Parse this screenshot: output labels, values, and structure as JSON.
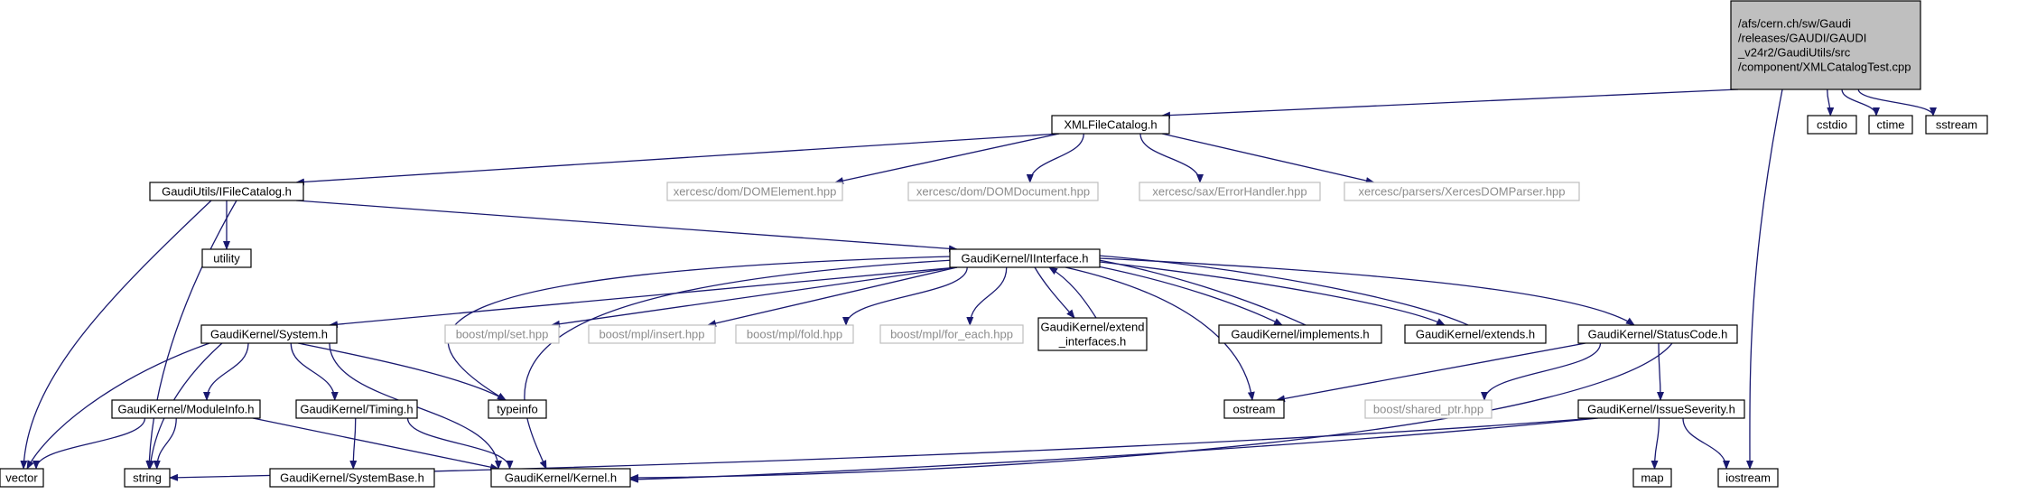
{
  "colors": {
    "edge": "#191970",
    "node_border": "#000000",
    "missing_border": "#bfbfbf",
    "root_fill": "#bfbfbf",
    "node_fill": "#ffffff"
  },
  "nodes": [
    {
      "id": "root",
      "lines": [
        "/afs/cern.ch/sw/Gaudi",
        "/releases/GAUDI/GAUDI",
        "_v24r2/GaudiUtils/src",
        "/component/XMLCatalogTest.cpp"
      ],
      "style": "root"
    },
    {
      "id": "xmlfilecatalog",
      "lines": [
        "XMLFileCatalog.h"
      ],
      "style": "normal"
    },
    {
      "id": "cstdio",
      "lines": [
        "cstdio"
      ],
      "style": "normal"
    },
    {
      "id": "ctime",
      "lines": [
        "ctime"
      ],
      "style": "normal"
    },
    {
      "id": "sstream",
      "lines": [
        "sstream"
      ],
      "style": "normal"
    },
    {
      "id": "ifilecatalog",
      "lines": [
        "GaudiUtils/IFileCatalog.h"
      ],
      "style": "normal"
    },
    {
      "id": "domelement",
      "lines": [
        "xercesc/dom/DOMElement.hpp"
      ],
      "style": "missing"
    },
    {
      "id": "domdocument",
      "lines": [
        "xercesc/dom/DOMDocument.hpp"
      ],
      "style": "missing"
    },
    {
      "id": "errorhandler",
      "lines": [
        "xercesc/sax/ErrorHandler.hpp"
      ],
      "style": "missing"
    },
    {
      "id": "xercesdomparser",
      "lines": [
        "xercesc/parsers/XercesDOMParser.hpp"
      ],
      "style": "missing"
    },
    {
      "id": "utility",
      "lines": [
        "utility"
      ],
      "style": "normal"
    },
    {
      "id": "iinterface",
      "lines": [
        "GaudiKernel/IInterface.h"
      ],
      "style": "normal"
    },
    {
      "id": "system",
      "lines": [
        "GaudiKernel/System.h"
      ],
      "style": "normal"
    },
    {
      "id": "mplset",
      "lines": [
        "boost/mpl/set.hpp"
      ],
      "style": "missing"
    },
    {
      "id": "mplinsert",
      "lines": [
        "boost/mpl/insert.hpp"
      ],
      "style": "missing"
    },
    {
      "id": "mplfold",
      "lines": [
        "boost/mpl/fold.hpp"
      ],
      "style": "missing"
    },
    {
      "id": "mplforeach",
      "lines": [
        "boost/mpl/for_each.hpp"
      ],
      "style": "missing"
    },
    {
      "id": "extendinterfaces",
      "lines": [
        "GaudiKernel/extend",
        "_interfaces.h"
      ],
      "style": "normal"
    },
    {
      "id": "implements",
      "lines": [
        "GaudiKernel/implements.h"
      ],
      "style": "normal"
    },
    {
      "id": "extends",
      "lines": [
        "GaudiKernel/extends.h"
      ],
      "style": "normal"
    },
    {
      "id": "statuscode",
      "lines": [
        "GaudiKernel/StatusCode.h"
      ],
      "style": "normal"
    },
    {
      "id": "moduleinfo",
      "lines": [
        "GaudiKernel/ModuleInfo.h"
      ],
      "style": "normal"
    },
    {
      "id": "timing",
      "lines": [
        "GaudiKernel/Timing.h"
      ],
      "style": "normal"
    },
    {
      "id": "typeinfo",
      "lines": [
        "typeinfo"
      ],
      "style": "normal"
    },
    {
      "id": "ostream",
      "lines": [
        "ostream"
      ],
      "style": "normal"
    },
    {
      "id": "sharedptr",
      "lines": [
        "boost/shared_ptr.hpp"
      ],
      "style": "missing"
    },
    {
      "id": "issueseverity",
      "lines": [
        "GaudiKernel/IssueSeverity.h"
      ],
      "style": "normal"
    },
    {
      "id": "vector",
      "lines": [
        "vector"
      ],
      "style": "normal"
    },
    {
      "id": "string",
      "lines": [
        "string"
      ],
      "style": "normal"
    },
    {
      "id": "systembase",
      "lines": [
        "GaudiKernel/SystemBase.h"
      ],
      "style": "normal"
    },
    {
      "id": "kernel",
      "lines": [
        "GaudiKernel/Kernel.h"
      ],
      "style": "normal"
    },
    {
      "id": "map",
      "lines": [
        "map"
      ],
      "style": "normal"
    },
    {
      "id": "iostream",
      "lines": [
        "iostream"
      ],
      "style": "normal"
    }
  ],
  "edges": [
    {
      "from": "root",
      "to": "xmlfilecatalog"
    },
    {
      "from": "root",
      "to": "cstdio"
    },
    {
      "from": "root",
      "to": "ctime"
    },
    {
      "from": "root",
      "to": "sstream"
    },
    {
      "from": "root",
      "to": "iostream"
    },
    {
      "from": "xmlfilecatalog",
      "to": "ifilecatalog"
    },
    {
      "from": "xmlfilecatalog",
      "to": "domelement"
    },
    {
      "from": "xmlfilecatalog",
      "to": "domdocument"
    },
    {
      "from": "xmlfilecatalog",
      "to": "errorhandler"
    },
    {
      "from": "xmlfilecatalog",
      "to": "xercesdomparser"
    },
    {
      "from": "ifilecatalog",
      "to": "utility"
    },
    {
      "from": "ifilecatalog",
      "to": "iinterface"
    },
    {
      "from": "ifilecatalog",
      "to": "vector"
    },
    {
      "from": "ifilecatalog",
      "to": "string"
    },
    {
      "from": "iinterface",
      "to": "system"
    },
    {
      "from": "iinterface",
      "to": "mplset"
    },
    {
      "from": "iinterface",
      "to": "mplinsert"
    },
    {
      "from": "iinterface",
      "to": "mplfold"
    },
    {
      "from": "iinterface",
      "to": "mplforeach"
    },
    {
      "from": "iinterface",
      "to": "extendinterfaces"
    },
    {
      "from": "extendinterfaces",
      "to": "iinterface"
    },
    {
      "from": "iinterface",
      "to": "implements"
    },
    {
      "from": "implements",
      "to": "iinterface"
    },
    {
      "from": "iinterface",
      "to": "extends"
    },
    {
      "from": "extends",
      "to": "iinterface"
    },
    {
      "from": "iinterface",
      "to": "statuscode"
    },
    {
      "from": "iinterface",
      "to": "typeinfo"
    },
    {
      "from": "iinterface",
      "to": "ostream"
    },
    {
      "from": "iinterface",
      "to": "kernel"
    },
    {
      "from": "system",
      "to": "moduleinfo"
    },
    {
      "from": "system",
      "to": "timing"
    },
    {
      "from": "system",
      "to": "typeinfo"
    },
    {
      "from": "system",
      "to": "vector"
    },
    {
      "from": "system",
      "to": "string"
    },
    {
      "from": "system",
      "to": "kernel"
    },
    {
      "from": "moduleinfo",
      "to": "vector"
    },
    {
      "from": "moduleinfo",
      "to": "string"
    },
    {
      "from": "moduleinfo",
      "to": "kernel"
    },
    {
      "from": "timing",
      "to": "systembase"
    },
    {
      "from": "timing",
      "to": "kernel"
    },
    {
      "from": "statuscode",
      "to": "ostream"
    },
    {
      "from": "statuscode",
      "to": "sharedptr"
    },
    {
      "from": "statuscode",
      "to": "issueseverity"
    },
    {
      "from": "statuscode",
      "to": "kernel"
    },
    {
      "from": "issueseverity",
      "to": "map"
    },
    {
      "from": "issueseverity",
      "to": "iostream"
    },
    {
      "from": "issueseverity",
      "to": "string"
    },
    {
      "from": "issueseverity",
      "to": "kernel"
    }
  ]
}
